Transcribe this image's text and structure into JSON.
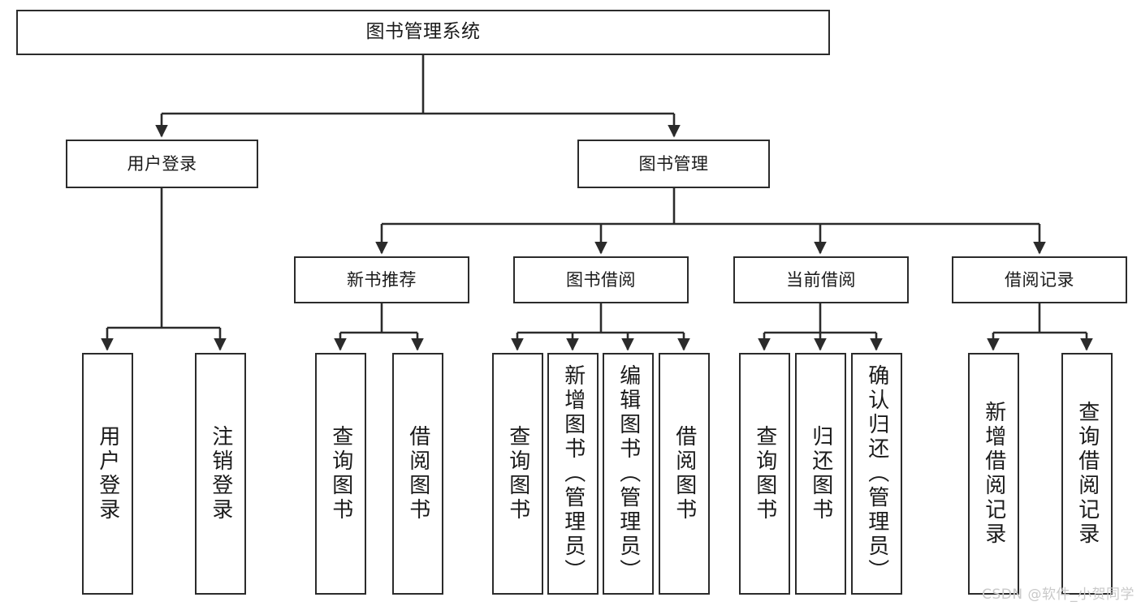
{
  "diagram": {
    "type": "tree-hierarchy",
    "orientation": "top-down",
    "root": {
      "id": "root",
      "label": "图书管理系统"
    },
    "level2": [
      {
        "id": "user-login",
        "label": "用户登录"
      },
      {
        "id": "book-management",
        "label": "图书管理"
      }
    ],
    "level3": [
      {
        "id": "new-book-recommend",
        "label": "新书推荐"
      },
      {
        "id": "book-borrow",
        "label": "图书借阅"
      },
      {
        "id": "current-borrow",
        "label": "当前借阅"
      },
      {
        "id": "borrow-record",
        "label": "借阅记录"
      }
    ],
    "leaves": [
      {
        "id": "leaf-user-login",
        "label": "用户登录",
        "parent": "user-login"
      },
      {
        "id": "leaf-user-logout",
        "label": "注销登录",
        "parent": "user-login"
      },
      {
        "id": "leaf-query-book-1",
        "label": "查询图书",
        "parent": "new-book-recommend"
      },
      {
        "id": "leaf-borrow-book-1",
        "label": "借阅图书",
        "parent": "new-book-recommend"
      },
      {
        "id": "leaf-query-book-2",
        "label": "查询图书",
        "parent": "book-borrow"
      },
      {
        "id": "leaf-add-book",
        "label": "新增图书（管理员）",
        "parent": "book-borrow"
      },
      {
        "id": "leaf-edit-book",
        "label": "编辑图书（管理员）",
        "parent": "book-borrow"
      },
      {
        "id": "leaf-borrow-book-2",
        "label": "借阅图书",
        "parent": "book-borrow"
      },
      {
        "id": "leaf-query-book-3",
        "label": "查询图书",
        "parent": "current-borrow"
      },
      {
        "id": "leaf-return-book",
        "label": "归还图书",
        "parent": "current-borrow"
      },
      {
        "id": "leaf-confirm-return",
        "label": "确认归还（管理员）",
        "parent": "current-borrow"
      },
      {
        "id": "leaf-add-record",
        "label": "新增借阅记录",
        "parent": "borrow-record"
      },
      {
        "id": "leaf-query-record",
        "label": "查询借阅记录",
        "parent": "borrow-record"
      }
    ],
    "colors": {
      "box_border": "#2b2b2b",
      "box_fill": "#ffffff",
      "connector": "#2b2b2b",
      "text": "#1a1a1a",
      "watermark": "#c9c9c9"
    }
  },
  "watermark": {
    "text": "CSDN @软件_小贺同学"
  }
}
